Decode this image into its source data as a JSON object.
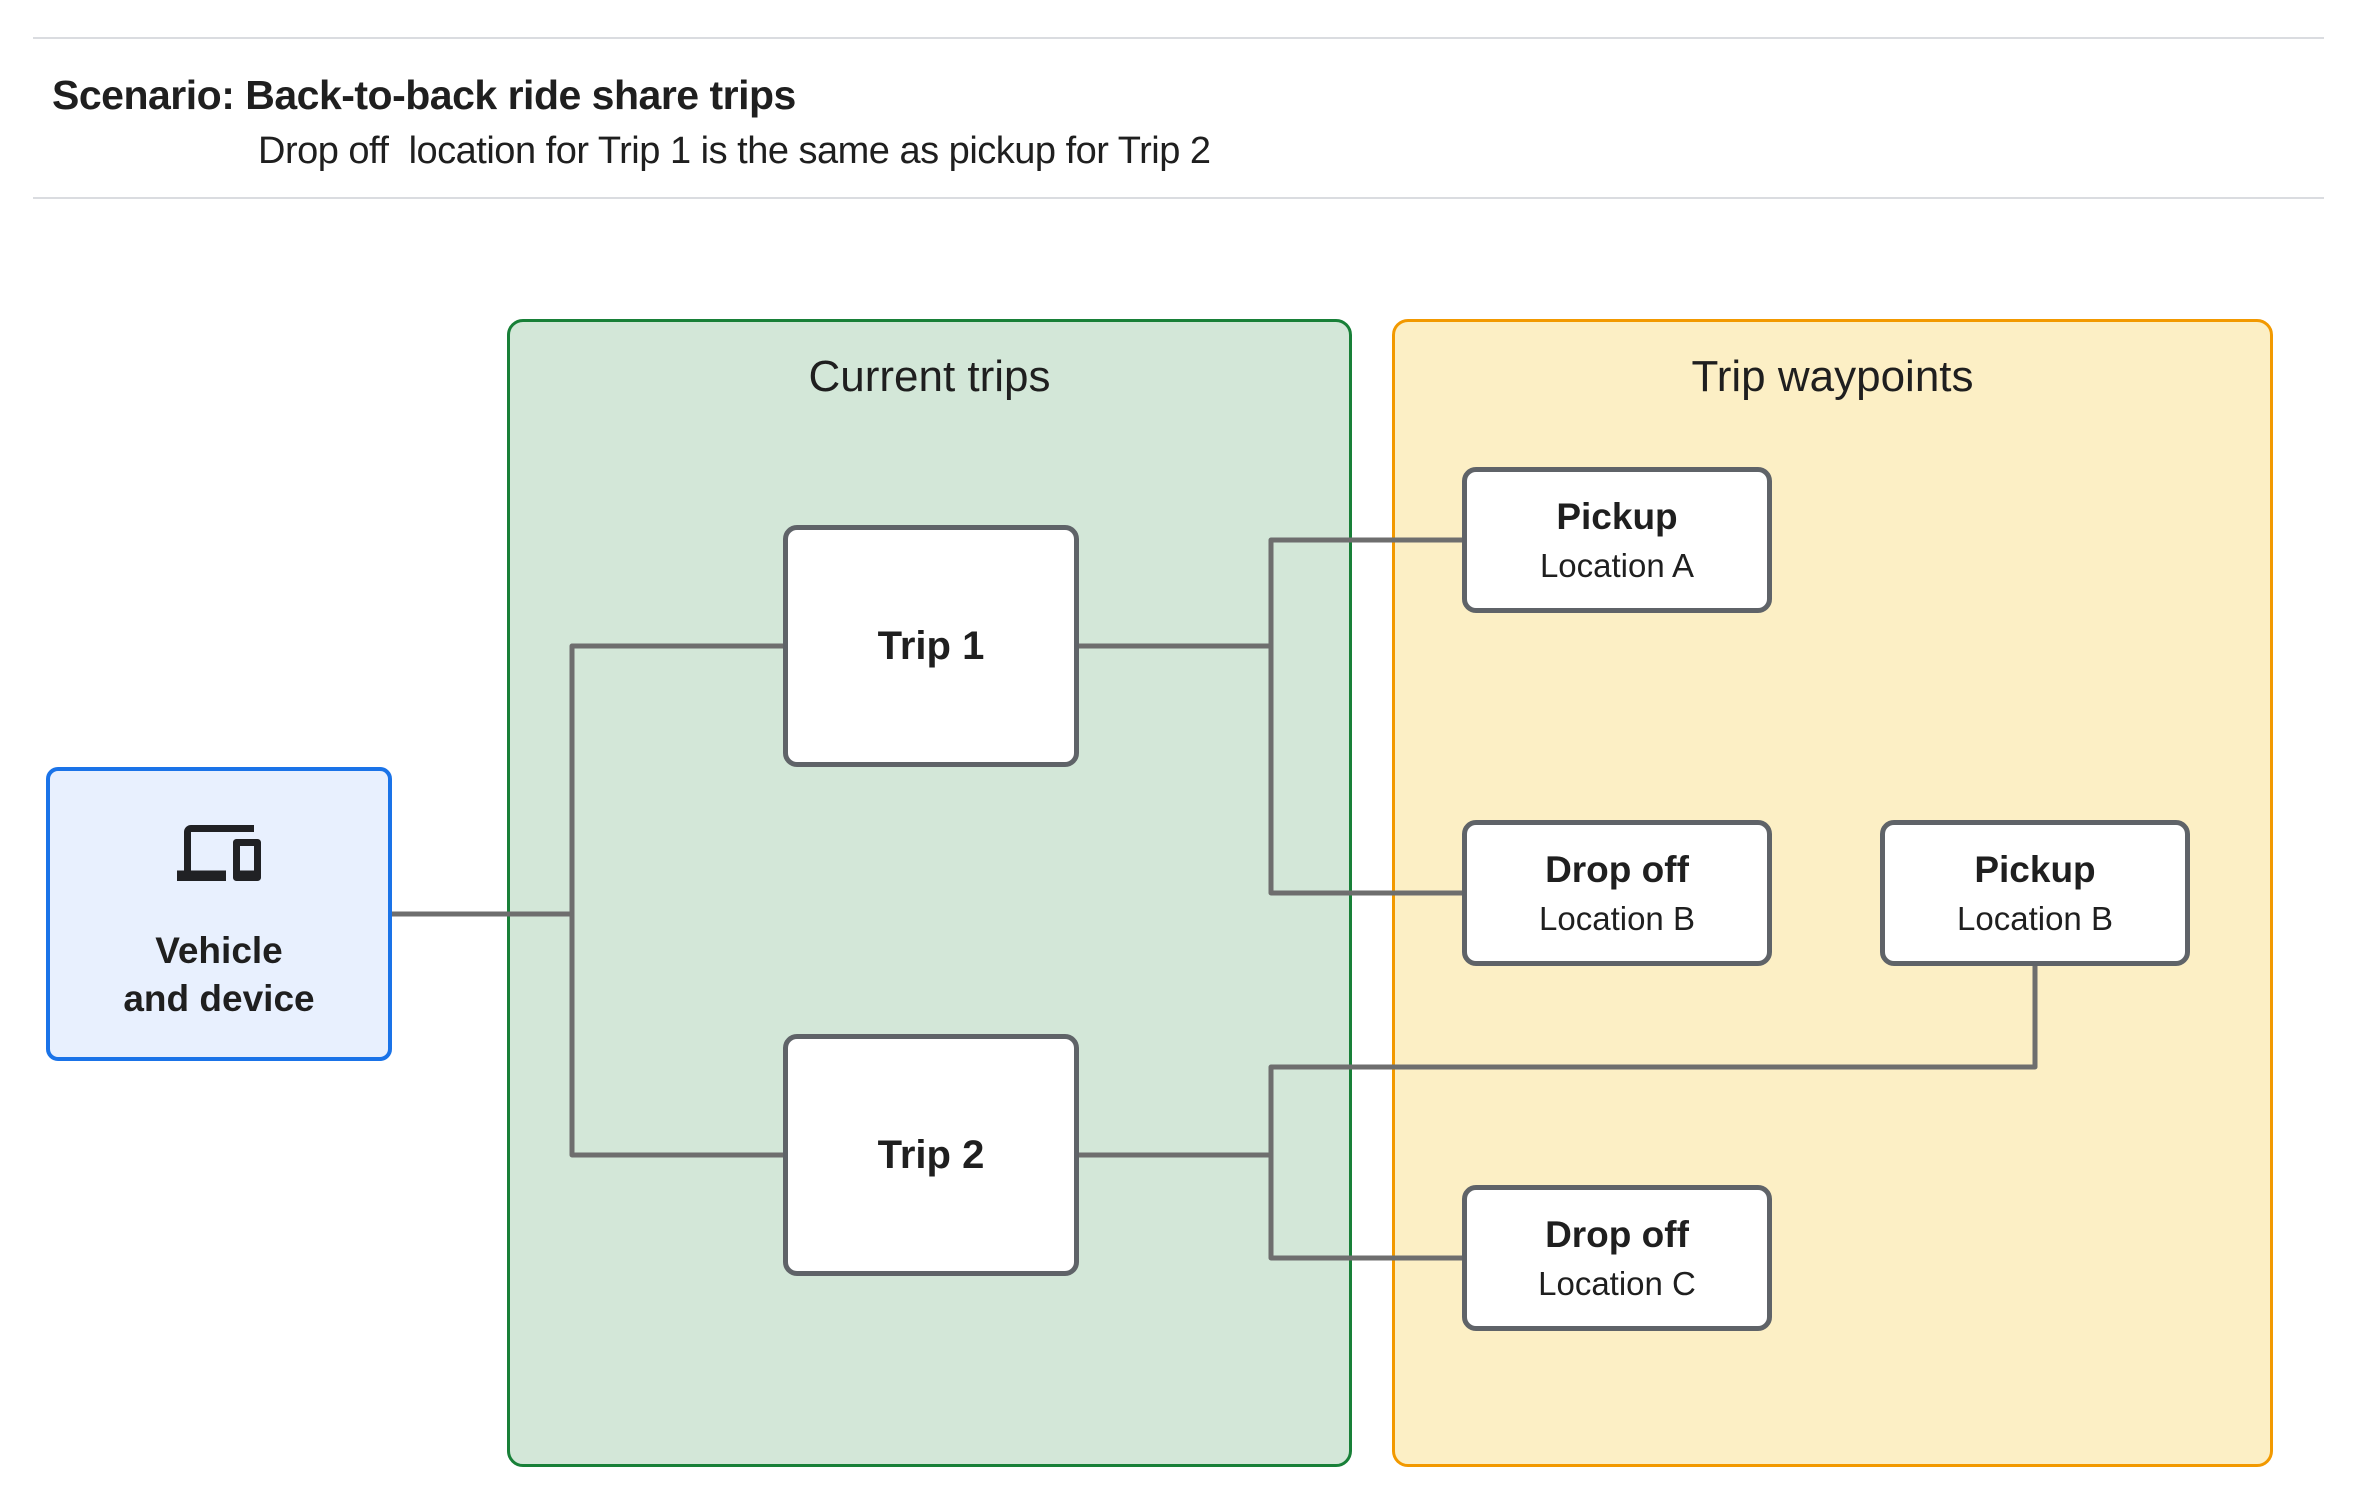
{
  "header": {
    "title": "Scenario: Back-to-back ride share trips",
    "subtitle": "Drop off  location for Trip 1 is the same as pickup for Trip 2"
  },
  "vehicle": {
    "icon": "devices-icon",
    "line1": "Vehicle",
    "line2": "and device"
  },
  "groups": {
    "current_trips": {
      "title": "Current trips",
      "nodes": [
        {
          "label": "Trip 1"
        },
        {
          "label": "Trip 2"
        }
      ]
    },
    "trip_waypoints": {
      "title": "Trip waypoints",
      "nodes": [
        {
          "title": "Pickup",
          "subtitle": "Location A"
        },
        {
          "title": "Drop off",
          "subtitle": "Location B"
        },
        {
          "title": "Pickup",
          "subtitle": "Location B"
        },
        {
          "title": "Drop off",
          "subtitle": "Location C"
        }
      ]
    }
  },
  "colors": {
    "accent_blue_border": "#1A73E8",
    "accent_blue_fill": "#E8F0FE",
    "green_border": "#188038",
    "green_fill": "#D3E7D8",
    "orange_border": "#F29900",
    "orange_fill": "#FCEFC5",
    "node_border": "#5F6368",
    "connector_gray": "#6E6E6E",
    "text_dark": "#1F1F1F",
    "divider_gray": "#DADCE0"
  }
}
